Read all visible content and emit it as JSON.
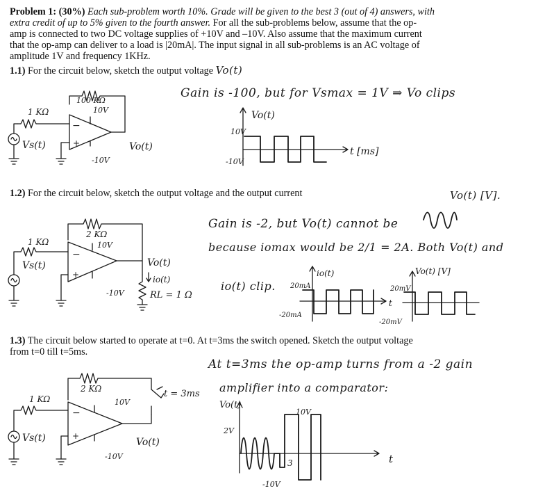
{
  "header": {
    "problem": "Problem 1: (30%)",
    "line1_italic": "Each sub-problem worth 10%. Grade will be given to the best 3 (out of 4) answers, with",
    "line2_italic": "extra credit of up to 5% given to the fourth answer.",
    "line2_rest": "For all the sub-problems below, assume that the op-",
    "line3": "amp is connected to two DC voltage supplies of +10V and –10V. Also assume that the maximum current",
    "line4": "that the op-amp can deliver to a load is |20mA|. The input signal in all sub-problems is an AC voltage of",
    "line5": "amplitude 1V and frequency 1KHz."
  },
  "q1": {
    "number": "1.1)",
    "text": "For the circuit below, sketch the output voltage",
    "circuit": {
      "rf": "100 KΩ",
      "rin": "1 KΩ",
      "vpos": "10V",
      "vneg": "-10V",
      "vs": "Vs(t)",
      "vo": "Vo(t)"
    },
    "answer": {
      "line": "Gain is -100, but for Vsmax = 1V ⇒ Vo clips",
      "yaxis": "Vo(t)",
      "ytop": "10V",
      "ybot": "-10V",
      "xaxis": "t [ms]"
    }
  },
  "q2": {
    "number": "1.2)",
    "text_a": "For the circuit below, sketch the output voltage",
    "text_b": "and the output current",
    "circuit": {
      "rf": "2 KΩ",
      "rin": "1 KΩ",
      "vpos": "10V",
      "vneg": "-10V",
      "vs": "Vs(t)",
      "vo": "Vo(t)",
      "io": "io(t)",
      "rl": "RL = 1 Ω"
    },
    "answer": {
      "corner": "Vo(t) [V].",
      "line1": "Gain is -2, but Vo(t) cannot be",
      "line2": "because iomax would be 2/1 = 2A. Both Vo(t) and",
      "line3": "io(t) clip.",
      "plot1_y": "io(t)",
      "plot1_top": "20mA",
      "plot1_bot": "-20mA",
      "plot1_x": "t",
      "plot2_y": "Vo(t) [V]",
      "plot2_top": "20mV",
      "plot2_bot": "-20mV"
    }
  },
  "q3": {
    "number": "1.3)",
    "line1": "The circuit below started to operate at t=0. At t=3ms the switch opened. Sketch the output voltage",
    "line2": "from t=0 till t=5ms.",
    "circuit": {
      "rf": "2 KΩ",
      "rin": "1 KΩ",
      "vpos": "10V",
      "vneg": "-10V",
      "vs": "Vs(t)",
      "vo": "Vo(t)",
      "switch": "t = 3ms"
    },
    "answer": {
      "line1": "At t=3ms the op-amp turns from a -2 gain",
      "line2": "amplifier into a comparator:",
      "yaxis": "Vo(t)",
      "ytop": "10V",
      "ymid": "2V",
      "ybot": "-10V",
      "xmark": "3",
      "xaxis": "t"
    }
  }
}
